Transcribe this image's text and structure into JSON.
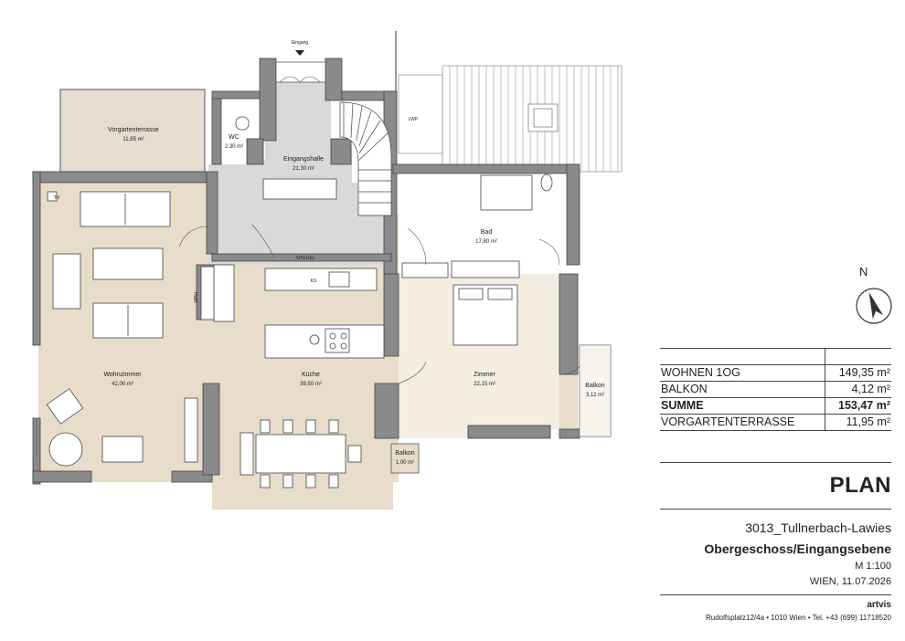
{
  "plan": {
    "entrance_label": "Eingang",
    "lwp_label": "LWP",
    "tv_label": "TV",
    "mirror_label": "SPIEGEL",
    "ks_label": "KS",
    "hwr_label": "HWR",
    "rooms": [
      {
        "id": "vorgartenterrasse",
        "name": "Vorgartenterrasse",
        "area": "11,95 m²"
      },
      {
        "id": "wc",
        "name": "WC",
        "area": "2,30 m²"
      },
      {
        "id": "eingangshalle",
        "name": "Eingangshalle",
        "area": "21,30 m²"
      },
      {
        "id": "bad",
        "name": "Bad",
        "area": "17,80 m²"
      },
      {
        "id": "wohnzimmer",
        "name": "Wohnzimmer",
        "area": "42,00 m²"
      },
      {
        "id": "kueche",
        "name": "Küche",
        "area": "39,50 m²"
      },
      {
        "id": "zimmer",
        "name": "Zimmer",
        "area": "22,15 m²"
      },
      {
        "id": "balkon-ost",
        "name": "Balkon",
        "area": "3,12 m²"
      },
      {
        "id": "balkon-sued",
        "name": "Balkon",
        "area": "1,00 m²"
      }
    ]
  },
  "north_label": "N",
  "area_table": {
    "rows": [
      {
        "label": "WOHNEN 1OG",
        "value": "149,35 m²",
        "bold": false
      },
      {
        "label": "BALKON",
        "value": "4,12 m²",
        "bold": false
      },
      {
        "label": "SUMME",
        "value": "153,47 m²",
        "bold": true
      },
      {
        "label": "VORGARTENTERRASSE",
        "value": "11,95 m²",
        "bold": false
      }
    ]
  },
  "title_block": {
    "title": "PLAN",
    "project": "3013_Tullnerbach-Lawies",
    "level": "Obergeschoss/Eingangsebene",
    "scale": "M 1:100",
    "place_date": "WIEN, 11.07.2026",
    "company": "artvis",
    "address": "Rudolfsplatz12/4a • 1010 Wien • Tel. +43 (699) 11718520"
  },
  "colors": {
    "floor": "#e7dccb",
    "hall": "#d9d9d9",
    "wall": "#8a8a8a",
    "line": "#333333"
  }
}
